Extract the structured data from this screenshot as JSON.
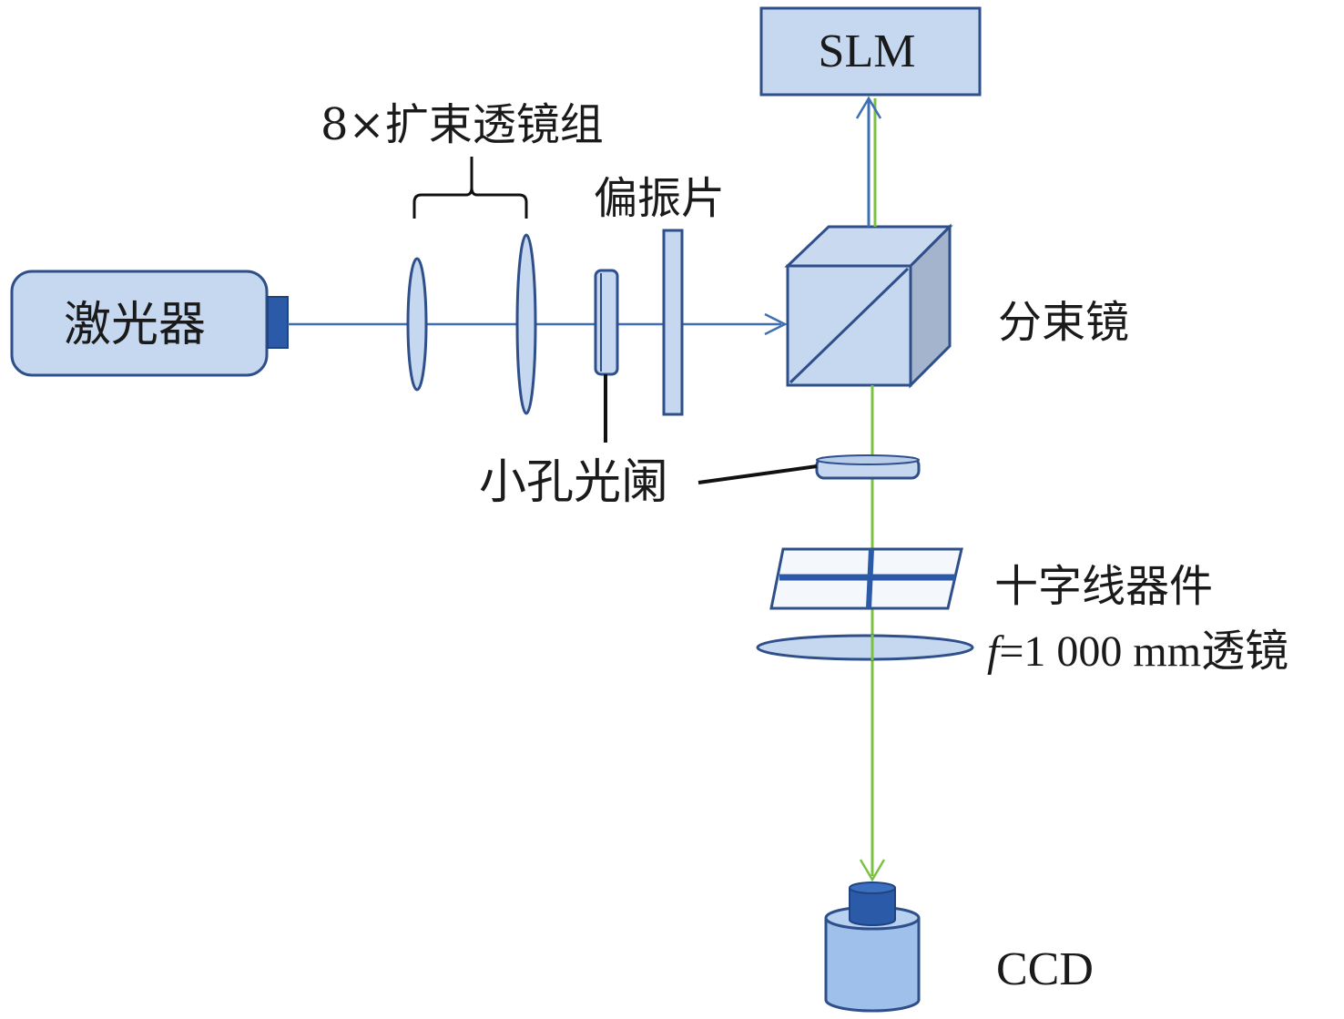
{
  "diagram": {
    "title": "Optical setup for SLM cross-line imaging",
    "labels": {
      "laser": "激光器",
      "beam_expander": "8×扩束透镜组",
      "polarizer": "偏振片",
      "aperture": "小孔光阑",
      "beam_splitter": "分束镜",
      "slm": "SLM",
      "crosshair": "十字线器件",
      "lens_f_symbol": "f",
      "lens_f_value": "=1 000 mm透镜",
      "ccd": "CCD"
    },
    "colors": {
      "component_fill": "#c5d8f0",
      "component_stroke": "#2e4f8a",
      "beam_blue": "#3d6fb5",
      "beam_green": "#7cc242",
      "dark_blue": "#2a5aa8",
      "leader_line": "#111111",
      "cube_side": "#a3b4cc"
    }
  }
}
